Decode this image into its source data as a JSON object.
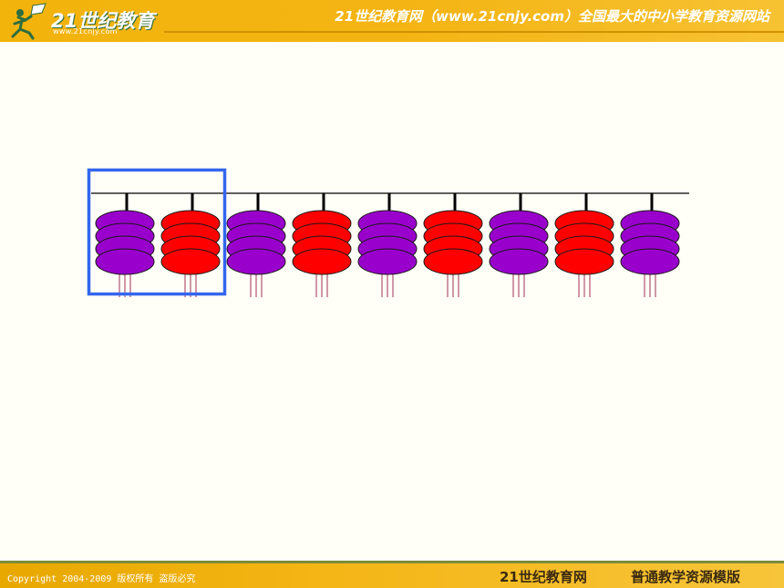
{
  "header": {
    "logo_text": "21世纪教育",
    "logo_url": "www.21cnjy.com",
    "title": "21世纪教育网（www.21cnjy.com）全国最大的中小学教育资源网站"
  },
  "abacus": {
    "rods": [
      {
        "color": "#9900cc",
        "beads": 4
      },
      {
        "color": "#ff0000",
        "beads": 4
      },
      {
        "color": "#9900cc",
        "beads": 4
      },
      {
        "color": "#ff0000",
        "beads": 4
      },
      {
        "color": "#9900cc",
        "beads": 4
      },
      {
        "color": "#ff0000",
        "beads": 4
      },
      {
        "color": "#9900cc",
        "beads": 4
      },
      {
        "color": "#ff0000",
        "beads": 4
      },
      {
        "color": "#9900cc",
        "beads": 4
      }
    ],
    "highlight_rods": 2,
    "highlight_color": "#3366ee"
  },
  "footer": {
    "copyright": "Copyright 2004-2009 版权所有 盗版必究",
    "site_name": "21世纪教育网",
    "template_name": "普通教学资源模版"
  }
}
